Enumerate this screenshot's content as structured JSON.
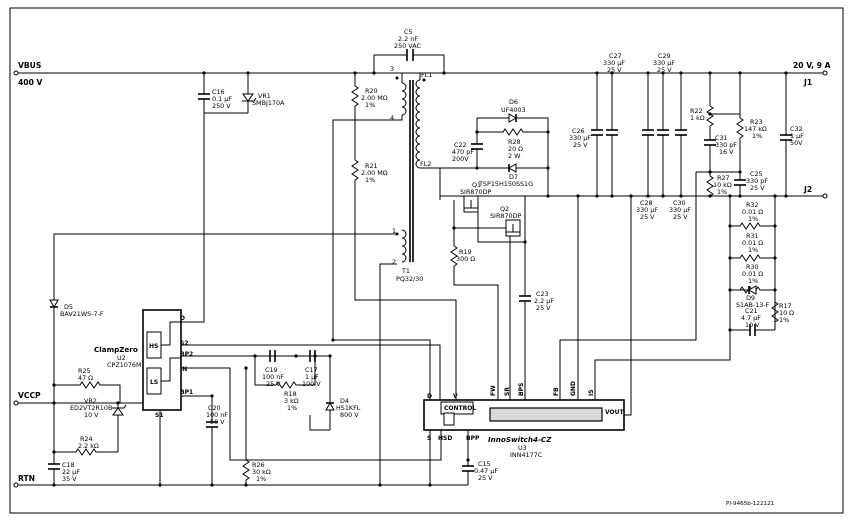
{
  "nets": {
    "vbus": "VBUS",
    "vbus_v": "400 V",
    "vccp": "VCCP",
    "rtn": "RTN",
    "out": "20 V, 9 A",
    "j1": "J1",
    "j2": "J2"
  },
  "components": {
    "c5": {
      "ref": "C5",
      "v1": "2.2 nF",
      "v2": "250 VAC"
    },
    "c16": {
      "ref": "C16",
      "v1": "0.1 µF",
      "v2": "250 V"
    },
    "vr1": {
      "ref": "VR1",
      "v1": "SMBJ170A"
    },
    "r20": {
      "ref": "R20",
      "v1": "2.00 MΩ",
      "v2": "1%"
    },
    "r21": {
      "ref": "R21",
      "v1": "2.00 MΩ",
      "v2": "1%"
    },
    "d6": {
      "ref": "D6",
      "v1": "UF4003"
    },
    "r28": {
      "ref": "R28",
      "v1": "20 Ω",
      "v2": "2 W"
    },
    "c22": {
      "ref": "C22",
      "v1": "470 pF",
      "v2": "200V"
    },
    "d7": {
      "ref": "D7",
      "v1": "TSP15H150SS1G"
    },
    "q1": {
      "ref": "Q1",
      "v1": "SIR870DP"
    },
    "q2": {
      "ref": "Q2",
      "v1": "SIR870DP"
    },
    "r19": {
      "ref": "R19",
      "v1": "300 Ω"
    },
    "c23": {
      "ref": "C23",
      "v1": "2.2 µF",
      "v2": "25 V"
    },
    "c26": {
      "ref": "C26",
      "v1": "330 µF",
      "v2": "25 V"
    },
    "c27": {
      "ref": "C27",
      "v1": "330 µF",
      "v2": "25 V"
    },
    "c29": {
      "ref": "C29",
      "v1": "330 µF",
      "v2": "25 V"
    },
    "c28": {
      "ref": "C28",
      "v1": "330 µF",
      "v2": "25 V"
    },
    "c30": {
      "ref": "C30",
      "v1": "330 µF",
      "v2": "25 V"
    },
    "r22": {
      "ref": "R22",
      "v1": "1 kΩ"
    },
    "c31": {
      "ref": "C31",
      "v1": "330 pF",
      "v2": "16 V"
    },
    "r23": {
      "ref": "R23",
      "v1": "147 kΩ",
      "v2": "1%"
    },
    "c32": {
      "ref": "C32",
      "v1": "1 µF",
      "v2": "50V"
    },
    "r27": {
      "ref": "R27",
      "v1": "10 kΩ",
      "v2": "1%"
    },
    "c25": {
      "ref": "C25",
      "v1": "330 pF",
      "v2": "25 V"
    },
    "r32": {
      "ref": "R32",
      "v1": "0.01 Ω",
      "v2": "1%"
    },
    "r31": {
      "ref": "R31",
      "v1": "0.01 Ω",
      "v2": "1%"
    },
    "r30": {
      "ref": "R30",
      "v1": "0.01 Ω",
      "v2": "1%"
    },
    "d9": {
      "ref": "D9",
      "v1": "S1AB-13-F"
    },
    "r17": {
      "ref": "R17",
      "v1": "10 Ω",
      "v2": "1%"
    },
    "c21": {
      "ref": "C21",
      "v1": "4.7 µF",
      "v2": "10 V"
    },
    "t1": {
      "ref": "T1",
      "v1": "PQ32/30"
    },
    "d5": {
      "ref": "D5",
      "v1": "BAV21WS-7-F"
    },
    "r25": {
      "ref": "R25",
      "v1": "47 Ω"
    },
    "vr2": {
      "ref": "VR2",
      "v1": "ED2VT2R10B",
      "v2": "10 V"
    },
    "r24": {
      "ref": "R24",
      "v1": "2.2 kΩ"
    },
    "c18": {
      "ref": "C18",
      "v1": "22 µF",
      "v2": "35 V"
    },
    "c19": {
      "ref": "C19",
      "v1": "100 nF",
      "v2": "25 V"
    },
    "c17": {
      "ref": "C17",
      "v1": "1 µF",
      "v2": "100 V"
    },
    "r18": {
      "ref": "R18",
      "v1": "3 kΩ",
      "v2": "1%"
    },
    "d4": {
      "ref": "D4",
      "v1": "HS1KFL",
      "v2": "800 V"
    },
    "c20": {
      "ref": "C20",
      "v1": "100 nF",
      "v2": "50 V"
    },
    "r26": {
      "ref": "R26",
      "v1": "30 kΩ",
      "v2": "1%"
    },
    "c15": {
      "ref": "C15",
      "v1": "0.47 µF",
      "v2": "25 V"
    }
  },
  "u2": {
    "title": "ClampZero",
    "ref": "U2",
    "part": "CPZ1076M",
    "pins": {
      "d": "D",
      "s2": "S2",
      "bp2": "BP2",
      "in": "IN",
      "bp1": "BP1",
      "s1": "S1",
      "hs": "HS",
      "ls": "LS"
    }
  },
  "u3": {
    "title": "InnoSwitch4-CZ",
    "ref": "U3",
    "part": "INN4177C",
    "control": "CONTROL",
    "pins": {
      "d": "D",
      "v": "V",
      "fw": "FW",
      "sr": "SR",
      "bps": "BPS",
      "fb": "FB",
      "gnd": "GND",
      "is": "IS",
      "vout": "VOUT",
      "s": "S",
      "hsd": "HSD",
      "bpp": "BPP"
    }
  },
  "transformer_pins": {
    "p3": "3",
    "p4": "4",
    "p1": "1",
    "p2": "2",
    "fl1": "FL1",
    "fl2": "FL2"
  },
  "drawing_id": "PI-9465b-122121"
}
